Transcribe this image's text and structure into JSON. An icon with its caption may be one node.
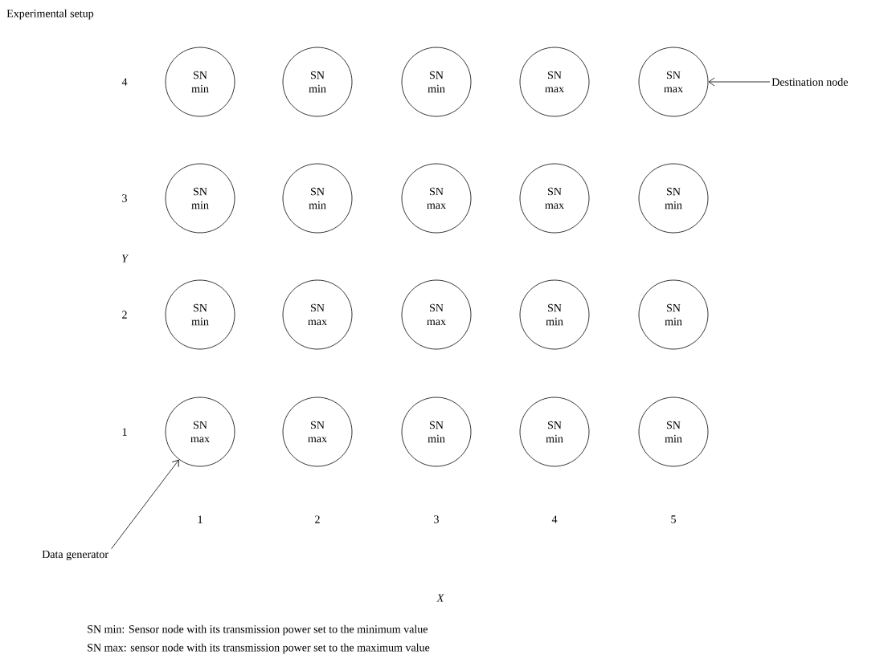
{
  "diagram": {
    "title": "Experimental setup",
    "nodes": [
      {
        "text": [
          "SN min"
        ]
      },
      {
        "text": [
          "SN min"
        ]
      },
      {
        "text": [
          "SN min"
        ]
      },
      {
        "text": [
          "SN max"
        ]
      },
      {
        "text": [
          "SN max"
        ]
      },
      {
        "text": [
          "SN min"
        ]
      },
      {
        "text": [
          "SN min"
        ]
      },
      {
        "text": [
          "SN max"
        ]
      },
      {
        "text": [
          "SN max"
        ]
      },
      {
        "text": [
          "SN min"
        ]
      },
      {
        "text": [
          "SN min"
        ]
      },
      {
        "text": [
          "SN max"
        ]
      },
      {
        "text": [
          "SN max"
        ]
      },
      {
        "text": [
          "SN min"
        ]
      },
      {
        "text": [
          "SN min"
        ]
      },
      {
        "text": [
          "SN max"
        ]
      },
      {
        "text": [
          "SN max"
        ]
      },
      {
        "text": [
          "SN min"
        ]
      },
      {
        "text": [
          "SN min"
        ]
      },
      {
        "text": [
          "SN min"
        ]
      },
      {
        "text": [
          "Destination node"
        ]
      },
      {
        "text": [
          "Data generator"
        ]
      }
    ],
    "edges": [
      {
        "from": 20,
        "to": 4,
        "arrow": "to"
      },
      {
        "from": 21,
        "to": 15,
        "arrow": "to"
      }
    ],
    "labels": [
      "4",
      "3",
      "Y",
      "2",
      "1",
      "1",
      "2",
      "3",
      "4",
      "5",
      "X",
      "SN min: Sensor node with its transmission power set to the minimum value",
      "SN max: sensor node with its transmission power set to the maximum value"
    ]
  }
}
